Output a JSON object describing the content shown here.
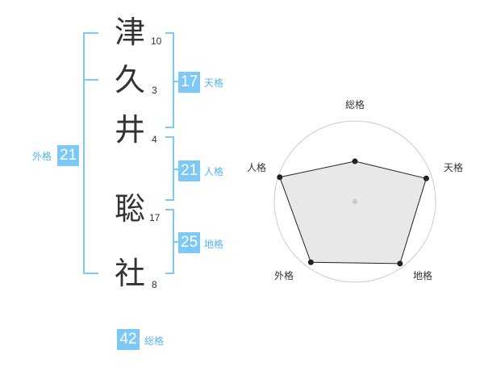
{
  "name": {
    "chars": [
      {
        "char": "津",
        "strokes": "10"
      },
      {
        "char": "久",
        "strokes": "3"
      },
      {
        "char": "井",
        "strokes": "4"
      },
      {
        "char": "聡",
        "strokes": "17"
      },
      {
        "char": "社",
        "strokes": "8"
      }
    ]
  },
  "kakusu": {
    "tenkaku": {
      "value": "17",
      "label": "天格"
    },
    "jinkaku": {
      "value": "21",
      "label": "人格"
    },
    "chikaku": {
      "value": "25",
      "label": "地格"
    },
    "gaikaku": {
      "value": "21",
      "label": "外格"
    },
    "soukaku": {
      "value": "42",
      "label": "総格"
    }
  },
  "colors": {
    "accent": "#7cc8f6",
    "accent_text": "#55b4ee",
    "text": "#333333"
  },
  "chart_data": {
    "type": "radar",
    "axes": [
      "総格",
      "天格",
      "地格",
      "外格",
      "人格"
    ],
    "values": [
      0.5,
      0.93,
      0.95,
      0.93,
      0.98
    ],
    "range": [
      0,
      1
    ],
    "rings": 4
  }
}
